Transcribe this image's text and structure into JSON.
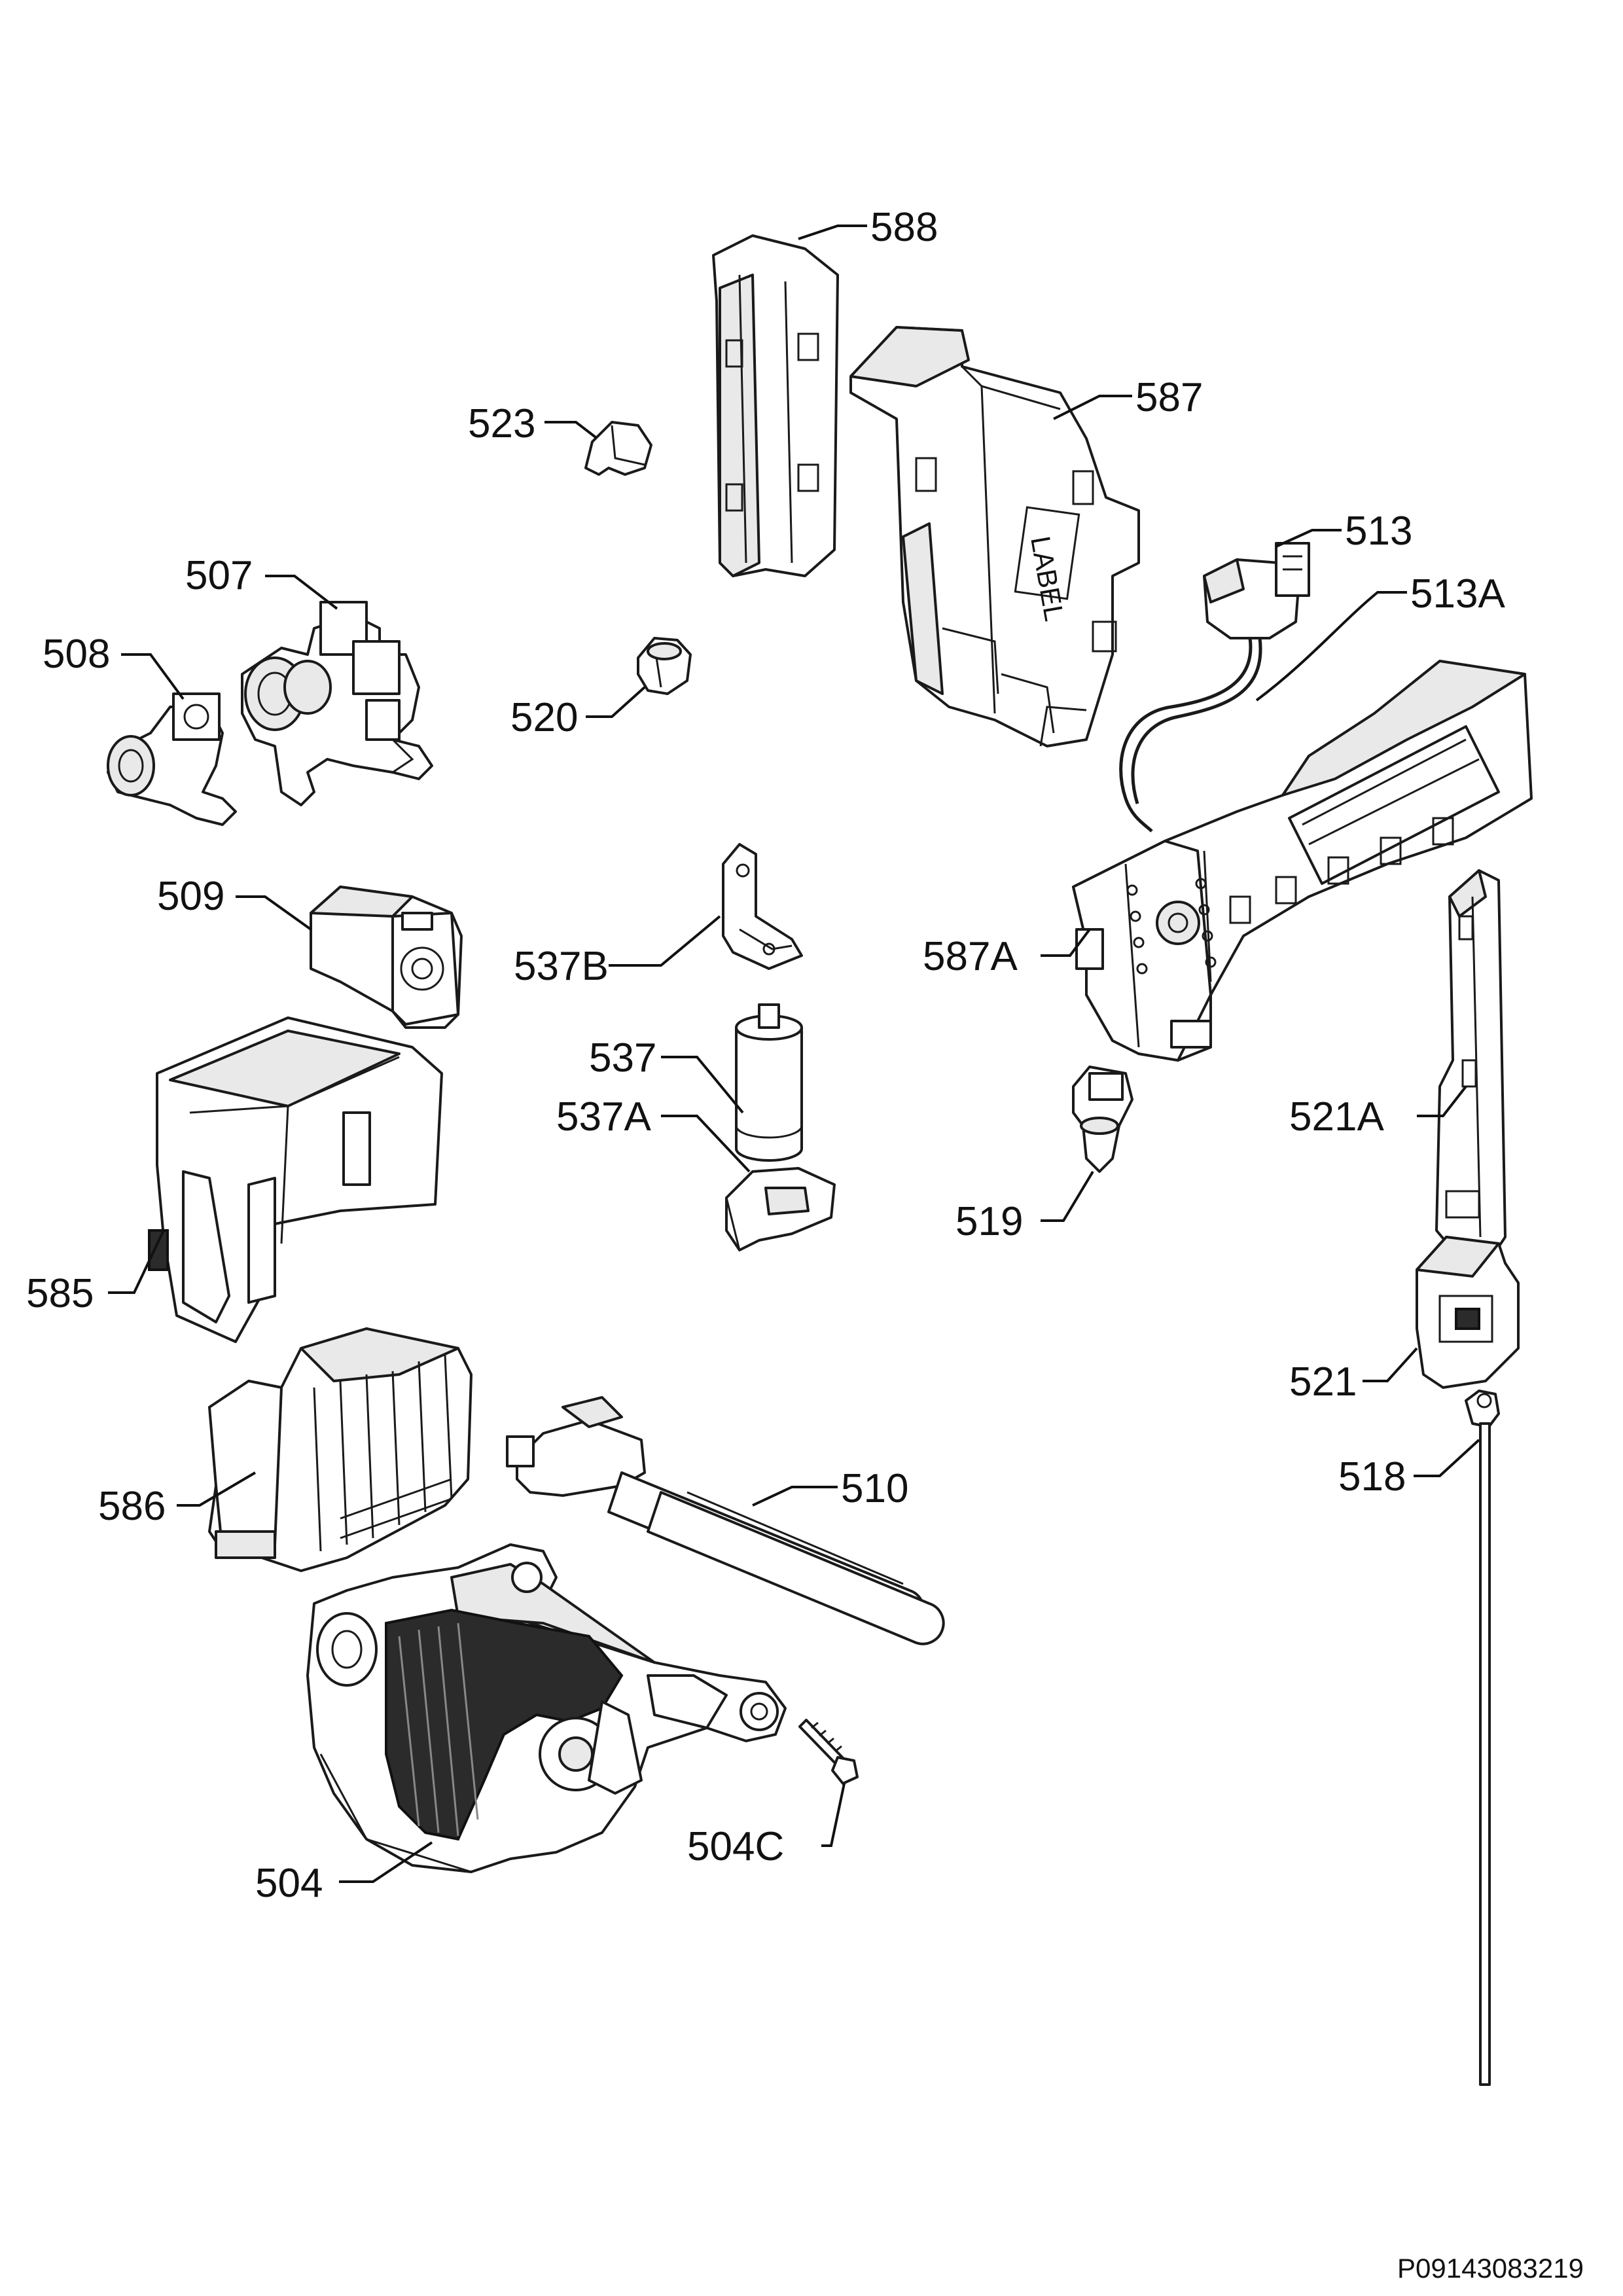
{
  "labels": {
    "l588": "588",
    "l587": "587",
    "l523": "523",
    "l513": "513",
    "l513a": "513A",
    "l507": "507",
    "l508": "508",
    "l520": "520",
    "l509": "509",
    "l537b": "537B",
    "l587a": "587A",
    "l537": "537",
    "l537a": "537A",
    "l521a": "521A",
    "l519": "519",
    "l585": "585",
    "l521": "521",
    "l586": "586",
    "l510": "510",
    "l518": "518",
    "l504c": "504C",
    "l504": "504"
  },
  "diagram_id": "P09143083219"
}
